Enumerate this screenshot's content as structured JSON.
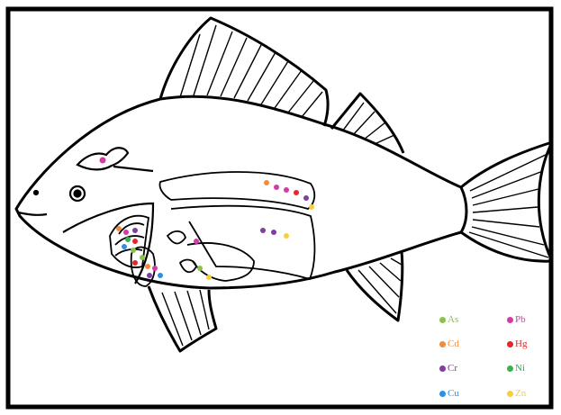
{
  "legend": {
    "items": [
      {
        "symbol": "As",
        "color": "#8bc34a"
      },
      {
        "symbol": "Cd",
        "color": "#f28c38"
      },
      {
        "symbol": "Cr",
        "color": "#7e3f9e"
      },
      {
        "symbol": "Cu",
        "color": "#2f8fe3"
      },
      {
        "symbol": "Pb",
        "color": "#d63aa5"
      },
      {
        "symbol": "Hg",
        "color": "#e5262a"
      },
      {
        "symbol": "Ni",
        "color": "#35b44a"
      },
      {
        "symbol": "Zn",
        "color": "#f7cf3b"
      }
    ]
  },
  "organs": [
    {
      "organ": "brain",
      "elements": [
        "Pb"
      ]
    },
    {
      "organ": "gills",
      "elements": [
        "Cd",
        "Pb",
        "Cr",
        "Ni",
        "Hg",
        "Cu",
        "As"
      ]
    },
    {
      "organ": "kidney",
      "elements": [
        "Cd",
        "Pb",
        "Pb",
        "Hg",
        "Cr",
        "Zn"
      ]
    },
    {
      "organ": "liver",
      "elements": [
        "Hg",
        "As",
        "Cd",
        "Cr",
        "Pb",
        "Cu"
      ]
    },
    {
      "organ": "heart",
      "elements": [
        "Pb"
      ]
    },
    {
      "organ": "intestine",
      "elements": [
        "Cr",
        "Cr",
        "Zn"
      ]
    },
    {
      "organ": "spleen",
      "elements": [
        "As",
        "Zn"
      ]
    }
  ]
}
